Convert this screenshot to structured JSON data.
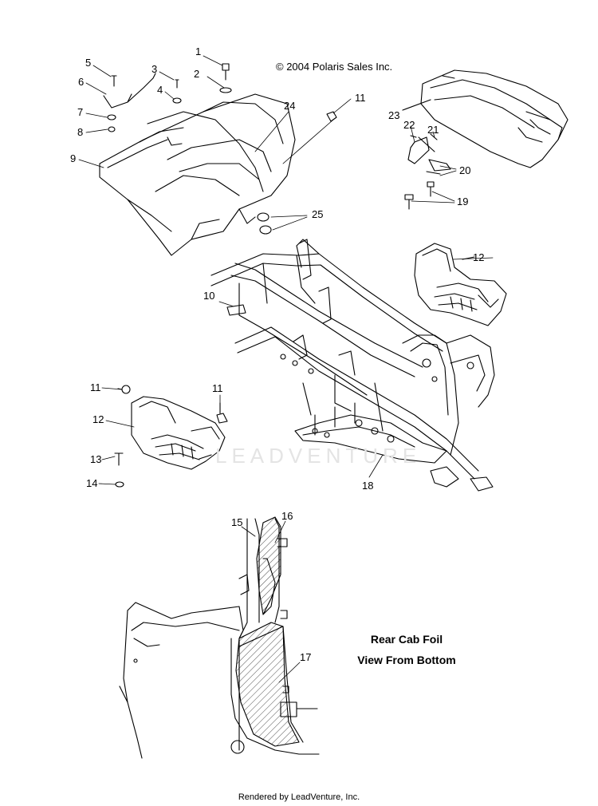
{
  "diagram": {
    "copyright": "© 2004 Polaris Sales Inc.",
    "inset_title_line1": "Rear Cab Foil",
    "inset_title_line2": "View From Bottom",
    "footer": "Rendered by LeadVenture, Inc.",
    "watermark": "LEADVENTURE",
    "callouts": {
      "c1": "1",
      "c2": "2",
      "c3": "3",
      "c4": "4",
      "c5": "5",
      "c6": "6",
      "c7": "7",
      "c8": "8",
      "c9": "9",
      "c10": "10",
      "c11a": "11",
      "c11b": "11",
      "c11c": "11",
      "c12a": "12",
      "c12b": "12",
      "c13": "13",
      "c14": "14",
      "c15": "15",
      "c16": "16",
      "c17": "17",
      "c18": "18",
      "c19": "19",
      "c20": "20",
      "c21": "21",
      "c22": "22",
      "c23": "23",
      "c24": "24",
      "c25": "25"
    },
    "colors": {
      "line": "#000000",
      "background": "#ffffff",
      "watermark": "#e4e4e4"
    }
  }
}
